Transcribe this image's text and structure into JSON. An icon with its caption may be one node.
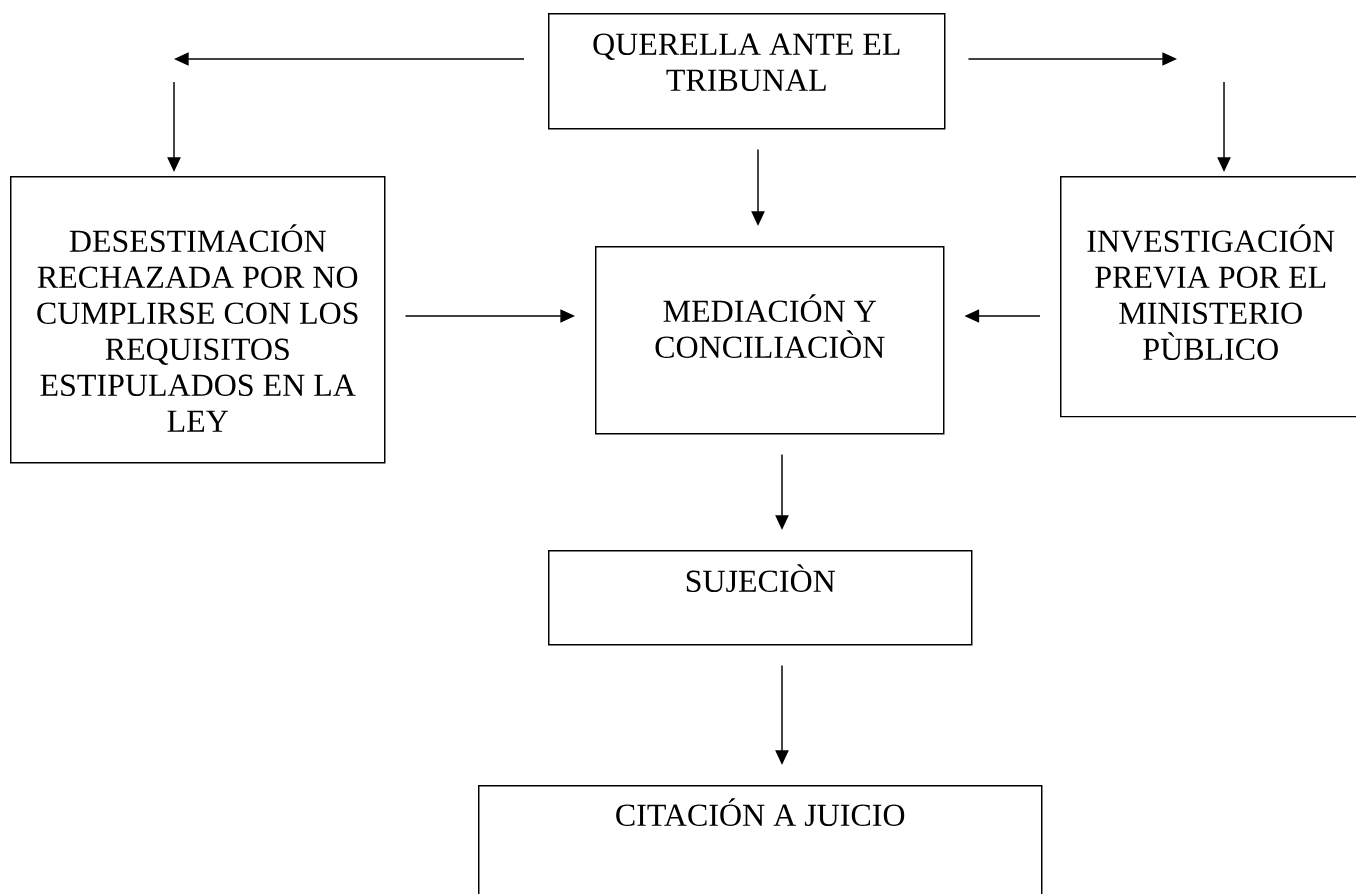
{
  "diagram": {
    "nodes": [
      {
        "text": [
          "QUERELLA ANTE EL TRIBUNAL"
        ]
      },
      {
        "text": [
          "DESESTIMACIÓN RECHAZADA POR NO CUMPLIRSE CON LOS REQUISITOS ESTIPULADOS EN LA LEY"
        ]
      },
      {
        "text": [
          "MEDIACIÓN Y CONCILIACIÒN"
        ]
      },
      {
        "text": [
          "INVESTIGACIÓN PREVIA POR EL MINISTERIO PÙBLICO"
        ]
      },
      {
        "text": [
          "SUJECIÒN"
        ]
      },
      {
        "text": [
          "CITACIÓN A JUICIO"
        ]
      }
    ],
    "edges": [
      {
        "from": 0,
        "to": null,
        "arrow": "to"
      },
      {
        "from": null,
        "to": 1,
        "arrow": "to"
      },
      {
        "from": 0,
        "to": null,
        "arrow": "to"
      },
      {
        "from": null,
        "to": 3,
        "arrow": "to"
      },
      {
        "from": 0,
        "to": 2,
        "arrow": "to"
      },
      {
        "from": 1,
        "to": 2,
        "arrow": "to"
      },
      {
        "from": 3,
        "to": 2,
        "arrow": "to"
      },
      {
        "from": 2,
        "to": 4,
        "arrow": "to"
      },
      {
        "from": 4,
        "to": 5,
        "arrow": "to"
      }
    ]
  }
}
